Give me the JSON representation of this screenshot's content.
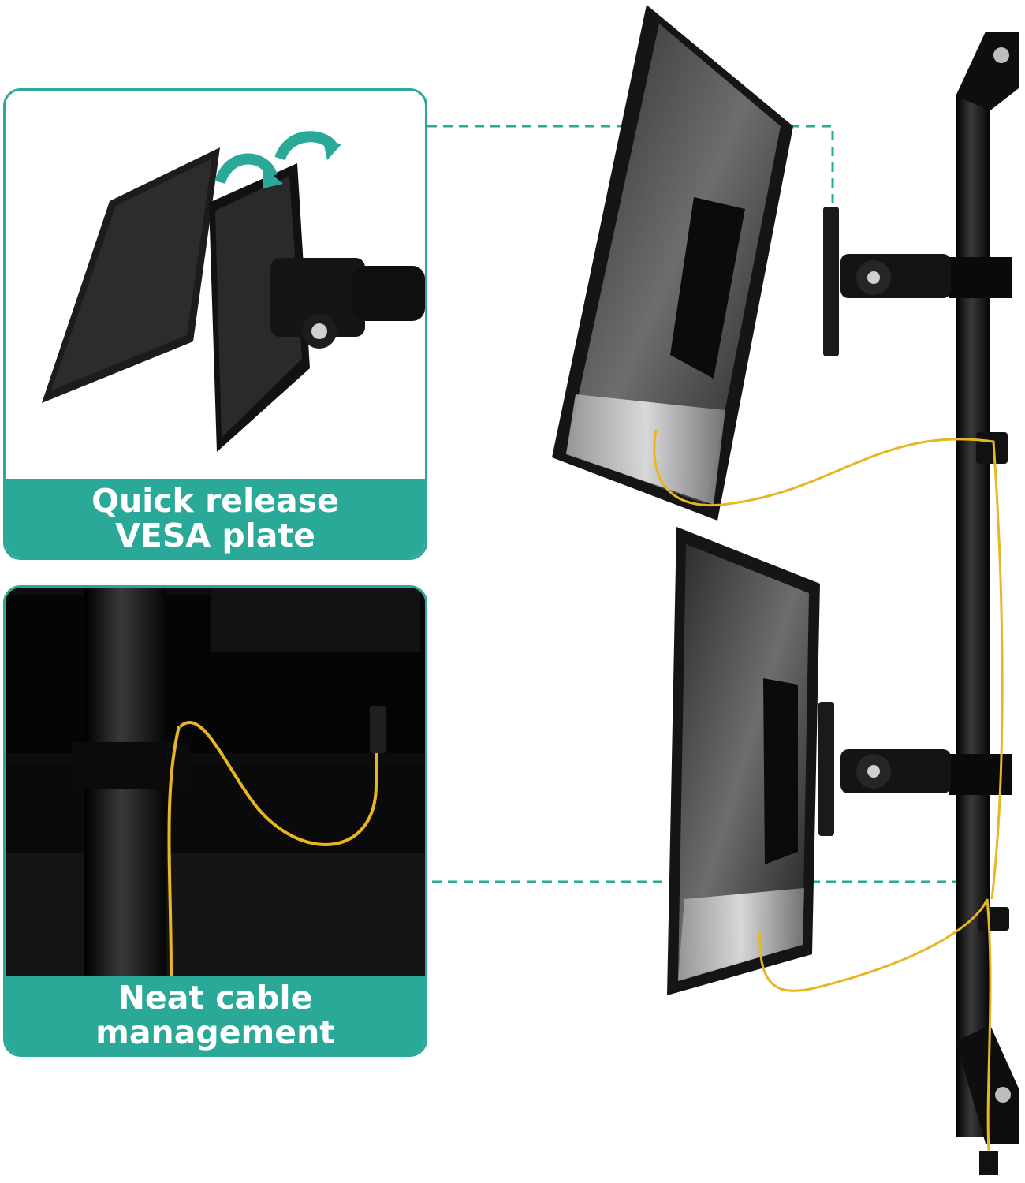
{
  "panels": {
    "vesa": {
      "caption_line1": "Quick release",
      "caption_line2": "VESA plate"
    },
    "cable": {
      "caption_line1": "Neat cable",
      "caption_line2": "management"
    }
  },
  "colors": {
    "accent": "#2aa998",
    "cable": "#e8b623",
    "metal": "#111111"
  },
  "icons": [
    "rotate-arrow-icon",
    "rotate-arrow-icon"
  ]
}
